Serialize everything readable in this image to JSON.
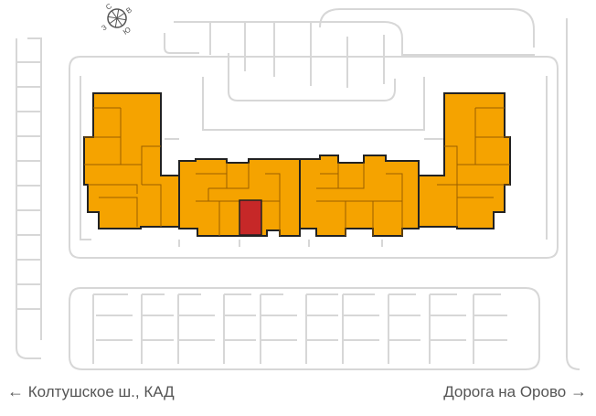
{
  "compass": {
    "north": "С",
    "east": "В",
    "south": "Ю",
    "west": "З"
  },
  "directions": {
    "left": {
      "arrow": "←",
      "label": "Колтушское ш., КАД"
    },
    "right": {
      "label": "Дорога на Орово",
      "arrow": "→"
    }
  },
  "colors": {
    "building": "#f5a300",
    "selected": "#c62828",
    "road": "#d7d7d7"
  }
}
